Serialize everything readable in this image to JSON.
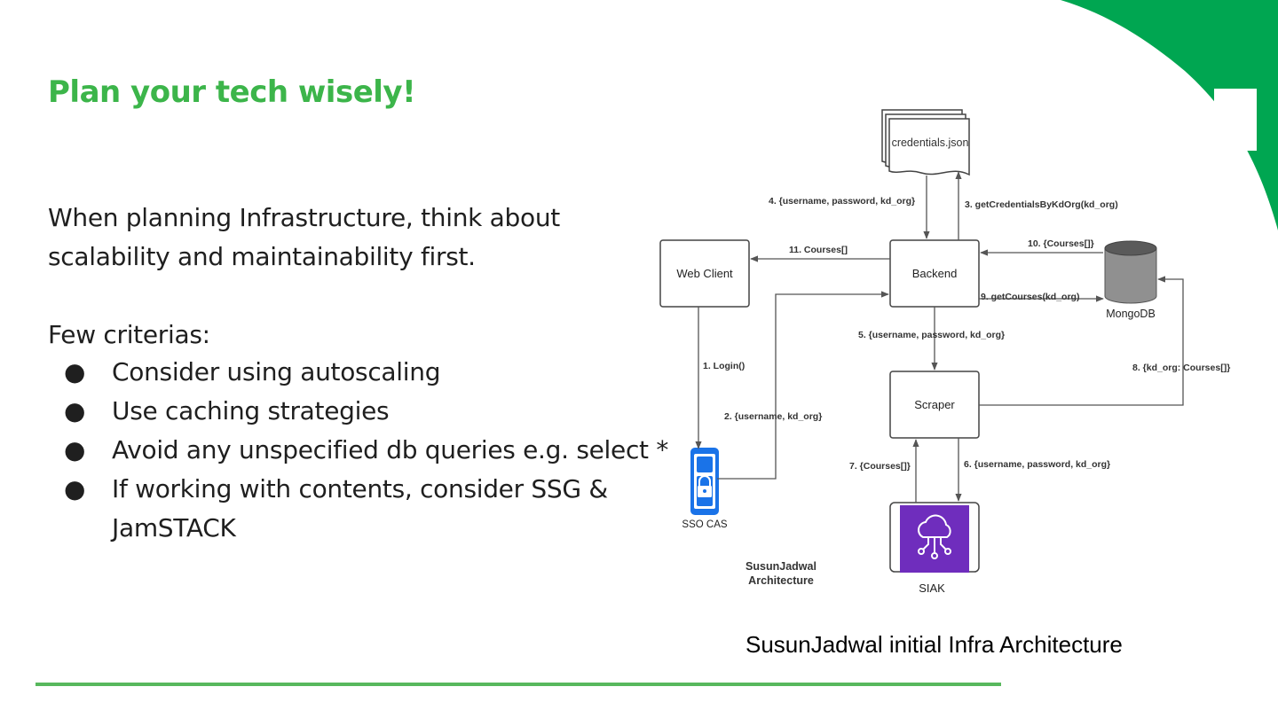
{
  "slide": {
    "title": "Plan your tech wisely!",
    "intro": "When planning Infrastructure, think about scalability and maintainability first.",
    "criteria_heading": "Few criterias:",
    "bullets": [
      "Consider using autoscaling",
      "Use caching strategies",
      "Avoid any unspecified db queries e.g. select *",
      "If working with contents, consider SSG & JamSTACK"
    ],
    "bullet_glyph": "●",
    "caption": "SusunJadwal initial Infra Architecture"
  },
  "diagram": {
    "nodes": {
      "credentials": "credentials.json",
      "web_client": "Web Client",
      "backend": "Backend",
      "mongodb": "MongoDB",
      "scraper": "Scraper",
      "sso": "SSO CAS",
      "siak": "SIAK"
    },
    "edges": {
      "e1": "1. Login()",
      "e2": "2. {username, kd_org}",
      "e3": "3. getCredentialsByKdOrg(kd_org)",
      "e4": "4. {username, password, kd_org}",
      "e5": "5. {username, password, kd_org}",
      "e6": "6. {username, password, kd_org}",
      "e7": "7. {Courses[]}",
      "e8": "8. {kd_org: Courses[]}",
      "e9": "9. getCourses(kd_org)",
      "e10": "10. {Courses[]}",
      "e11": "11. Courses[]"
    },
    "note_line1": "SusunJadwal",
    "note_line2": "Architecture"
  },
  "colors": {
    "title_green": "#3cb54a",
    "accent_green": "#00a651",
    "rule_green": "#58b85d",
    "sso_blue": "#1a73e8",
    "siak_purple": "#6f2dbd"
  },
  "icons": {
    "sso": "phone-lock-icon",
    "siak": "cloud-network-icon",
    "db": "database-cylinder-icon",
    "credentials": "document-stack-icon"
  }
}
